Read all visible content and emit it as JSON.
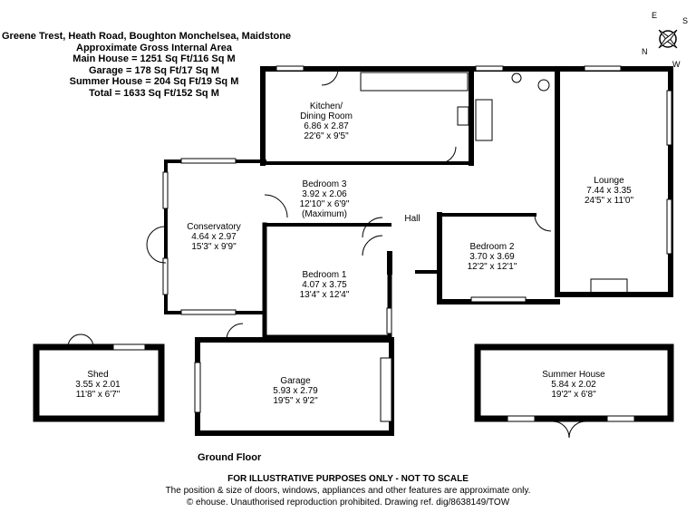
{
  "header": {
    "address": "Greene Trest, Heath Road, Boughton Monchelsea, Maidstone",
    "area_title": "Approximate Gross Internal Area",
    "main_house": "Main House = 1251 Sq Ft/116 Sq M",
    "garage": "Garage = 178 Sq Ft/17 Sq M",
    "summer_house": "Summer House = 204 Sq Ft/19 Sq M",
    "total": "Total = 1633 Sq Ft/152 Sq M"
  },
  "compass": {
    "labels": [
      "E",
      "S",
      "N",
      "W"
    ]
  },
  "rooms": {
    "kitchen": {
      "name1": "Kitchen/",
      "name2": "Dining Room",
      "metric": "6.86 x 2.87",
      "imperial": "22'6\" x 9'5\""
    },
    "bedroom3": {
      "name": "Bedroom 3",
      "metric": "3.92 x 2.06",
      "imperial": "12'10\" x 6'9\"",
      "note": "(Maximum)"
    },
    "hall": {
      "name": "Hall"
    },
    "lounge": {
      "name": "Lounge",
      "metric": "7.44 x 3.35",
      "imperial": "24'5\" x 11'0\""
    },
    "bedroom2": {
      "name": "Bedroom 2",
      "metric": "3.70 x 3.69",
      "imperial": "12'2\" x 12'1\""
    },
    "conservatory": {
      "name": "Conservatory",
      "metric": "4.64 x 2.97",
      "imperial": "15'3\" x 9'9\""
    },
    "bedroom1": {
      "name": "Bedroom 1",
      "metric": "4.07 x 3.75",
      "imperial": "13'4\" x 12'4\""
    },
    "garage": {
      "name": "Garage",
      "metric": "5.93 x 2.79",
      "imperial": "19'5\" x 9'2\""
    },
    "shed": {
      "name": "Shed",
      "metric": "3.55 x 2.01",
      "imperial": "11'8\" x 6'7\""
    },
    "summer_house": {
      "name": "Summer House",
      "metric": "5.84 x 2.02",
      "imperial": "19'2\" x 6'8\""
    }
  },
  "floor_label": "Ground Floor",
  "footer": {
    "disclaimer": "FOR ILLUSTRATIVE PURPOSES ONLY - NOT TO SCALE",
    "note": "The position & size of doors, windows, appliances and other features are approximate only.",
    "copyright": "© ehouse. Unauthorised reproduction prohibited. Drawing ref. dig/8638149/TOW"
  }
}
